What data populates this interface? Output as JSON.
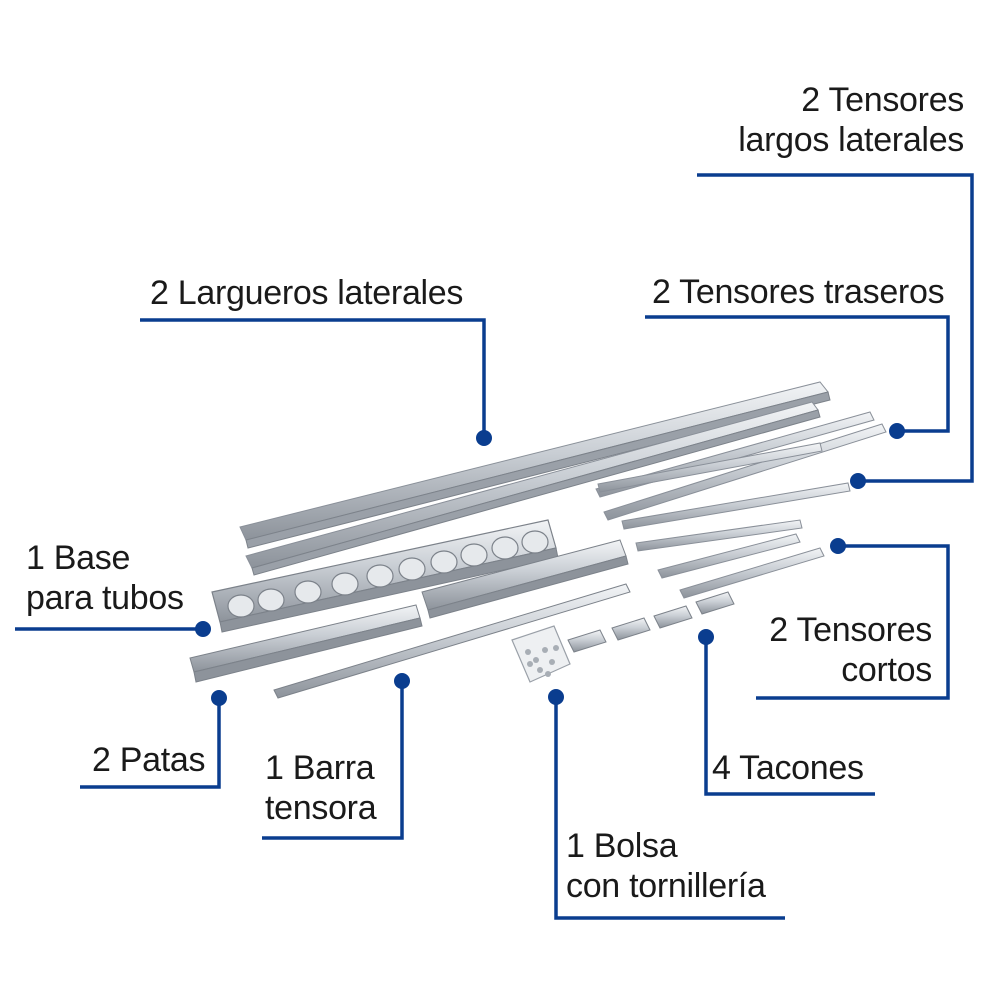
{
  "labels": {
    "tensores_largos": {
      "line1": "2 Tensores",
      "line2": "largos laterales"
    },
    "largueros": "2 Largueros laterales",
    "tensores_traseros": "2 Tensores traseros",
    "base": {
      "line1": "1 Base",
      "line2": "para tubos"
    },
    "tensores_cortos": {
      "line1": "2 Tensores",
      "line2": "cortos"
    },
    "patas": "2 Patas",
    "barra": {
      "line1": "1 Barra",
      "line2": "tensora"
    },
    "tacones": "4 Tacones",
    "bolsa": {
      "line1": "1 Bolsa",
      "line2": "con tornillería"
    }
  },
  "colors": {
    "leader": "#0a3d8f",
    "text": "#1a1a1a",
    "metal": "#c8ccd2",
    "metal_dark": "#8a9099"
  }
}
